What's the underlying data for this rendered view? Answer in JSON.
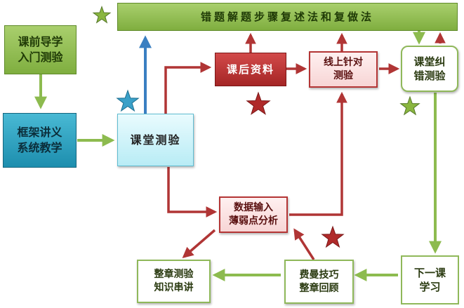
{
  "nodes": {
    "top_banner": "错题解题步骤复述法和复做法",
    "pre_class": "课前导学\n入门测验",
    "framework": "框架讲义\n系统教学",
    "class_test": "课堂测验",
    "after_class": "课后资料",
    "online_test": "线上针对\n测验",
    "correction": "课堂纠\n错测验",
    "data_input": "数据输入\n薄弱点分析",
    "next_lesson": "下一课\n学习",
    "tips_review": "费曼技巧\n整章回顾",
    "chapter_test": "整章测验\n知识串讲"
  },
  "colors": {
    "green": "#8dbb4f",
    "blue": "#3a7fc1",
    "red": "#b03535",
    "star_green": "#8ab63f",
    "star_blue": "#3aa0c8",
    "star_red": "#b02a2a"
  }
}
